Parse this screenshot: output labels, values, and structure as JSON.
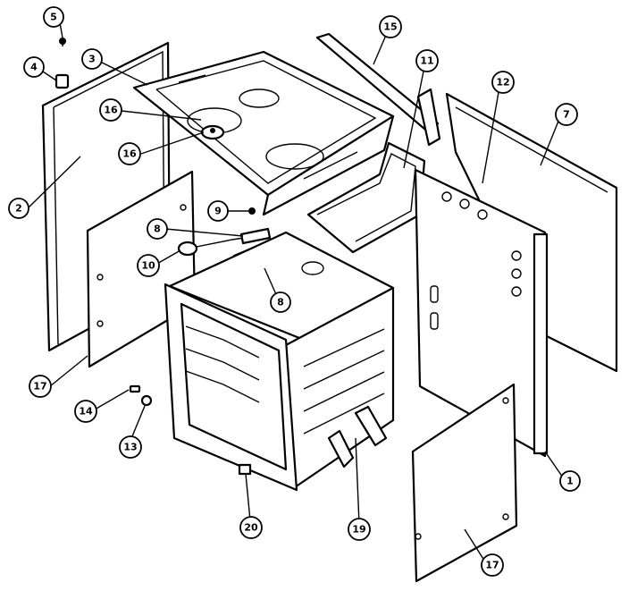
{
  "callouts": [
    {
      "id": "c5",
      "label": "5"
    },
    {
      "id": "c4",
      "label": "4"
    },
    {
      "id": "c3",
      "label": "3"
    },
    {
      "id": "c2",
      "label": "2"
    },
    {
      "id": "c16a",
      "label": "16"
    },
    {
      "id": "c16b",
      "label": "16"
    },
    {
      "id": "c15",
      "label": "15"
    },
    {
      "id": "c11",
      "label": "11"
    },
    {
      "id": "c12",
      "label": "12"
    },
    {
      "id": "c7",
      "label": "7"
    },
    {
      "id": "c9",
      "label": "9"
    },
    {
      "id": "c8a",
      "label": "8"
    },
    {
      "id": "c10",
      "label": "10"
    },
    {
      "id": "c8b",
      "label": "8"
    },
    {
      "id": "c17a",
      "label": "17"
    },
    {
      "id": "c14",
      "label": "14"
    },
    {
      "id": "c13",
      "label": "13"
    },
    {
      "id": "c20",
      "label": "20"
    },
    {
      "id": "c19",
      "label": "19"
    },
    {
      "id": "c1",
      "label": "1"
    },
    {
      "id": "c17b",
      "label": "17"
    }
  ]
}
